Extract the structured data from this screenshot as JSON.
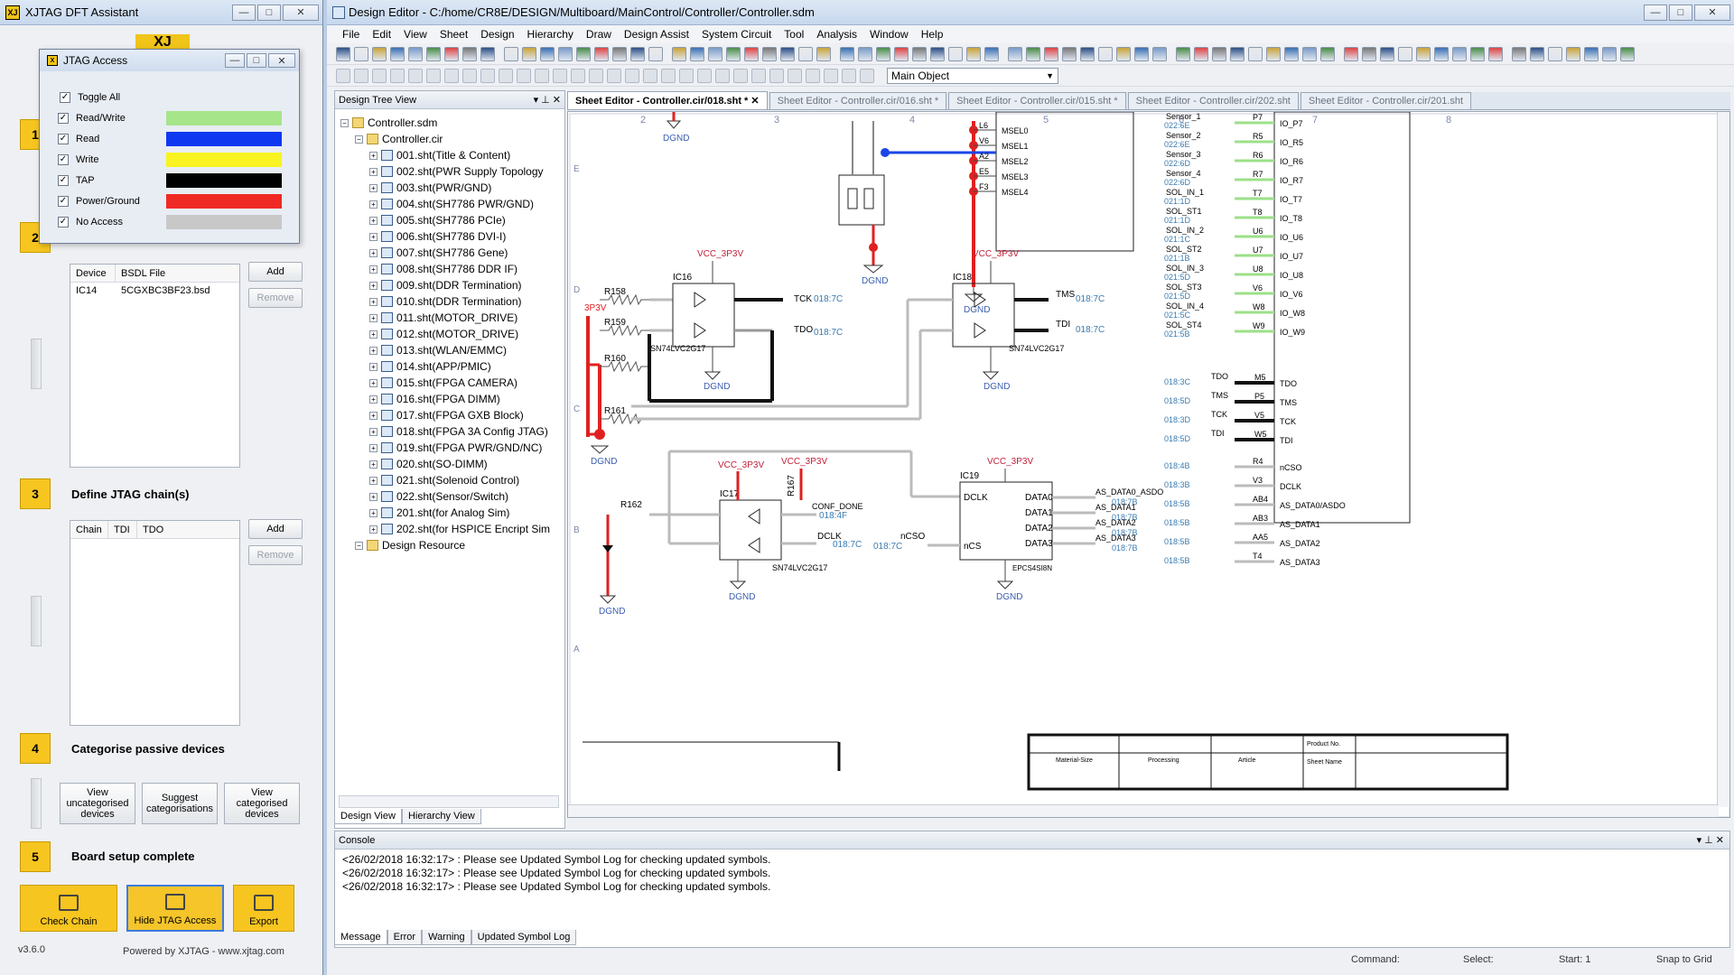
{
  "xjtag": {
    "title": "XJTAG DFT Assistant",
    "version": "v3.6.0",
    "powered": "Powered by XJTAG - www.xjtag.com",
    "jtag_access": {
      "title": "JTAG Access",
      "toggle_all": "Toggle All",
      "rows": [
        {
          "label": "Read/Write",
          "color": "#a6e58a"
        },
        {
          "label": "Read",
          "color": "#0f38f0"
        },
        {
          "label": "Write",
          "color": "#f8f321"
        },
        {
          "label": "TAP",
          "color": "#000000"
        },
        {
          "label": "Power/Ground",
          "color": "#ef2a24"
        },
        {
          "label": "No Access",
          "color": "#c8c8c8"
        }
      ]
    },
    "steps": {
      "s1": "1",
      "s2": "2",
      "s3": "3",
      "s4": "4",
      "s5": "5",
      "s3_title": "Define JTAG chain(s)",
      "s4_title": "Categorise passive devices",
      "s5_title": "Board setup complete"
    },
    "devices": {
      "col_device": "Device",
      "col_bsdl": "BSDL File",
      "rows": [
        {
          "device": "IC14",
          "bsdl": "5CGXBC3BF23.bsd"
        }
      ],
      "add": "Add",
      "remove": "Remove"
    },
    "chains": {
      "col_chain": "Chain",
      "col_tdi": "TDI",
      "col_tdo": "TDO",
      "add": "Add",
      "remove": "Remove"
    },
    "categorise": {
      "view_uncat": "View uncategorised devices",
      "suggest": "Suggest categorisations",
      "view_cat": "View categorised devices"
    },
    "actions": {
      "check_chain": "Check Chain",
      "hide_jtag": "Hide JTAG Access",
      "export": "Export"
    }
  },
  "editor": {
    "title": "Design Editor - C:/home/CR8E/DESIGN/Multiboard/MainControl/Controller/Controller.sdm",
    "menu": [
      "File",
      "Edit",
      "View",
      "Sheet",
      "Design",
      "Hierarchy",
      "Draw",
      "Design Assist",
      "System Circuit",
      "Tool",
      "Analysis",
      "Window",
      "Help"
    ],
    "object_select": "Main Object",
    "tree": {
      "title": "Design Tree View",
      "root": "Controller.sdm",
      "cir": "Controller.cir",
      "sheets": [
        "001.sht(Title & Content)",
        "002.sht(PWR Supply Topology",
        "003.sht(PWR/GND)",
        "004.sht(SH7786 PWR/GND)",
        "005.sht(SH7786 PCIe)",
        "006.sht(SH7786 DVI-I)",
        "007.sht(SH7786 Gene)",
        "008.sht(SH7786 DDR IF)",
        "009.sht(DDR Termination)",
        "010.sht(DDR Termination)",
        "011.sht(MOTOR_DRIVE)",
        "012.sht(MOTOR_DRIVE)",
        "013.sht(WLAN/EMMC)",
        "014.sht(APP/PMIC)",
        "015.sht(FPGA CAMERA)",
        "016.sht(FPGA DIMM)",
        "017.sht(FPGA GXB Block)",
        "018.sht(FPGA 3A Config JTAG)",
        "019.sht(FPGA PWR/GND/NC)",
        "020.sht(SO-DIMM)",
        "021.sht(Solenoid Control)",
        "022.sht(Sensor/Switch)",
        "201.sht(for Analog Sim)",
        "202.sht(for HSPICE Encript Sim"
      ],
      "design_resource": "Design Resource",
      "tab_design": "Design View",
      "tab_hierarchy": "Hierarchy View"
    },
    "doc_tabs": [
      "Sheet Editor - Controller.cir/018.sht *",
      "Sheet Editor - Controller.cir/016.sht *",
      "Sheet Editor - Controller.cir/015.sht *",
      "Sheet Editor - Controller.cir/202.sht",
      "Sheet Editor - Controller.cir/201.sht"
    ],
    "schematic": {
      "col_nums": [
        "2",
        "3",
        "4",
        "5",
        "6",
        "7",
        "8"
      ],
      "row_letters": [
        "E",
        "D",
        "C",
        "B",
        "A"
      ],
      "msel": [
        "MSEL0",
        "MSEL1",
        "MSEL2",
        "MSEL3",
        "MSEL4"
      ],
      "msel_pins": [
        "L6",
        "V6",
        "A2",
        "E5",
        "F3"
      ],
      "ic16": "IC16",
      "ic18": "IC18",
      "ic17": "IC17",
      "ic19": "IC19",
      "buf_part": "SN74LVC2G17",
      "ic19_part": "EPCS4SI8N",
      "vcc": "VCC_3P3V",
      "dgnd": "DGND",
      "p3v": "3P3V",
      "res": [
        "R158",
        "R159",
        "R160",
        "R161",
        "R162",
        "R167"
      ],
      "tck": "TCK",
      "tdo": "TDO",
      "tms": "TMS",
      "tdi": "TDI",
      "ref_018_7c": "018:7C",
      "conf_done": "CONF_DONE",
      "ref_018_4f": "018:4F",
      "dclk": "DCLK",
      "ncs": "nCS",
      "ncso": "nCSO",
      "data": [
        "DATA0",
        "DATA1",
        "DATA2",
        "DATA3"
      ],
      "as_data": [
        "AS_DATA0_ASDO",
        "AS_DATA1",
        "AS_DATA2",
        "AS_DATA3"
      ],
      "ref_018_7b": "018:7B",
      "right_io": [
        "IO_P7",
        "IO_R5",
        "IO_R6",
        "IO_R7",
        "IO_T7",
        "IO_T8",
        "IO_U6",
        "IO_U7",
        "IO_U8",
        "IO_V6",
        "IO_W8",
        "IO_W9"
      ],
      "right_pins": [
        "P7",
        "R5",
        "R6",
        "R7",
        "T7",
        "T8",
        "U6",
        "U7",
        "U8",
        "V6",
        "W8",
        "W9"
      ],
      "sensor_labels": [
        "Sensor_1",
        "Sensor_2",
        "Sensor_3",
        "Sensor_4",
        "SOL_IN_1",
        "SOL_ST1",
        "SOL_IN_2",
        "SOL_ST2",
        "SOL_IN_3",
        "SOL_ST3",
        "SOL_IN_4",
        "SOL_ST4"
      ],
      "sensor_refs": [
        "022:6E",
        "022:6E",
        "022:6D",
        "022:6D",
        "021:1D",
        "021:1D",
        "021:1C",
        "021:1B",
        "021:5D",
        "021:5D",
        "021:5C",
        "021:5B"
      ],
      "jtag_right": [
        "TDO",
        "TMS",
        "TCK",
        "TDI"
      ],
      "jtag_right_pins": [
        "M5",
        "P5",
        "V5",
        "W5"
      ],
      "jtag_refs": [
        "018:3C",
        "018:5D",
        "018:3D",
        "018:5D"
      ],
      "as_right": [
        "nCSO",
        "DCLK",
        "AS_DATA0/ASDO",
        "AS_DATA1",
        "AS_DATA2",
        "AS_DATA3"
      ],
      "as_right_pins": [
        "R4",
        "V3",
        "AB4",
        "AB3",
        "AA5",
        "T4"
      ],
      "as_refs": [
        "018:4B",
        "018:3B",
        "018:5B",
        "018:5B",
        "018:5B",
        "018:5B"
      ],
      "title_block": [
        "Material-Size",
        "Processing",
        "Article",
        "Product No.",
        "Sheet Name"
      ]
    },
    "console": {
      "title": "Console",
      "lines": [
        "<26/02/2018 16:32:17> : Please see Updated Symbol Log for checking updated symbols.",
        "<26/02/2018 16:32:17> : Please see Updated Symbol Log for checking updated symbols.",
        "<26/02/2018 16:32:17> : Please see Updated Symbol Log for checking updated symbols."
      ],
      "tabs": [
        "Message",
        "Error",
        "Warning",
        "Updated Symbol Log"
      ]
    },
    "status": {
      "command": "Command:",
      "select": "Select:",
      "start": "Start: 1",
      "snap": "Snap to Grid"
    }
  }
}
